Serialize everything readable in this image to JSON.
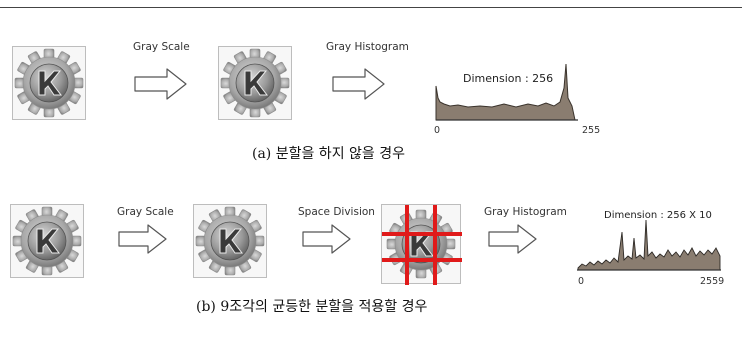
{
  "row_a": {
    "step1_label": "Gray Scale",
    "step2_label": "Gray Histogram",
    "dimension_label": "Dimension : 256",
    "axis_start": "0",
    "axis_end": "255",
    "caption": "(a) 분할을 하지 않을 경우"
  },
  "row_b": {
    "step1_label": "Gray Scale",
    "step2_label": "Space Division",
    "step3_label": "Gray Histogram",
    "dimension_label": "Dimension : 256 X 10",
    "axis_start": "0",
    "axis_end": "2559",
    "caption": "(b) 9조각의 균등한 분할을 적용할 경우"
  },
  "logo_letter": "K",
  "colors": {
    "grid_lines": "#e01a1a",
    "histogram_fill": "#8a7d70",
    "arrow_stroke": "#555555"
  }
}
